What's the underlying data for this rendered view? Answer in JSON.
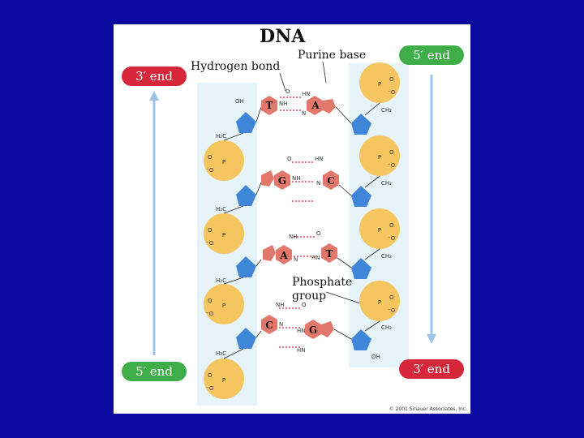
{
  "title": "DNA",
  "labels": {
    "hydrogen_bond": "Hydrogen bond",
    "purine_base": "Purine base",
    "phosphate_group_line1": "Phosphate",
    "phosphate_group_line2": "group"
  },
  "ends": {
    "left_top": "3′ end",
    "left_bottom": "5′ end",
    "right_top": "5′ end",
    "right_bottom": "3′ end"
  },
  "base_pairs": [
    {
      "left": "T",
      "right": "A"
    },
    {
      "left": "G",
      "right": "C"
    },
    {
      "left": "A",
      "right": "T"
    },
    {
      "left": "C",
      "right": "G"
    }
  ],
  "atoms": {
    "oh": "OH",
    "h2c": "H₂C",
    "ch2": "CH₂",
    "phosphorus": "P",
    "oxygen": "O",
    "o_minus": "⁻O",
    "nh": "NH",
    "hn": "HN",
    "n": "N"
  },
  "copyright": "© 2001 Sinauer Associates, Inc.",
  "colors": {
    "background": "#0a0a9e",
    "strand_band": "#e6f4f9",
    "sugar": "#3f86d9",
    "base": "#e2776b",
    "phosphate": "#f5c560",
    "end_red": "#d6263a",
    "end_green": "#3fae49",
    "arrow": "#9cc4e8"
  }
}
